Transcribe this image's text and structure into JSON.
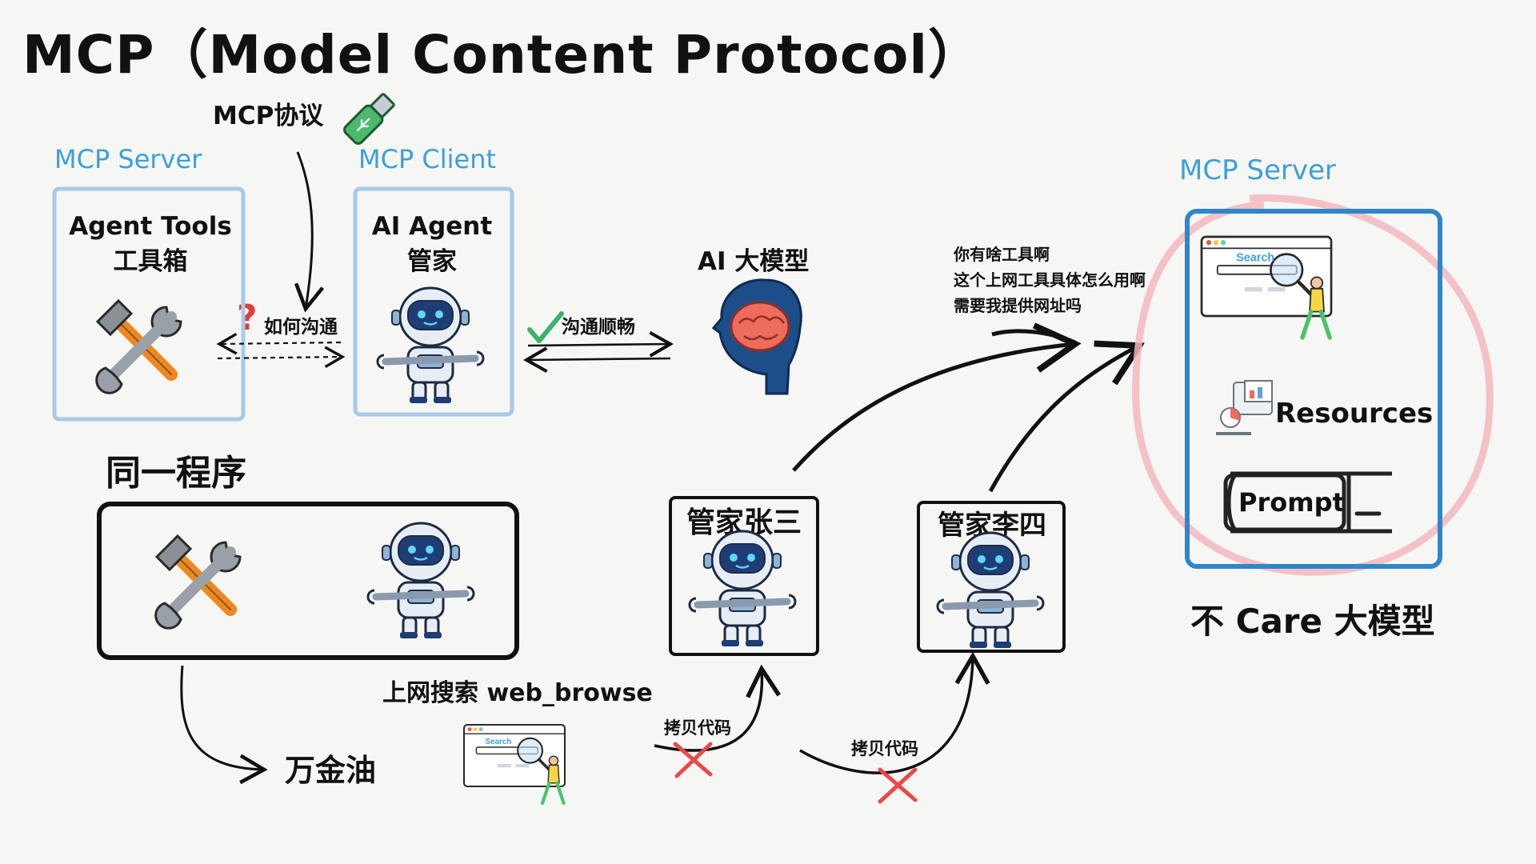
{
  "title": "MCP（Model Content Protocol）",
  "protocol_label": "MCP协议",
  "left": {
    "server_label": "MCP Server",
    "server_box": {
      "line1": "Agent Tools",
      "line2": "工具箱"
    },
    "client_label": "MCP Client",
    "client_box": {
      "line1": "AI Agent",
      "line2": "管家"
    },
    "question_mark": "?",
    "how_communicate": "如何沟通",
    "smooth_communication": "沟通顺畅",
    "model_label": "AI 大模型"
  },
  "same_program": {
    "heading": "同一程序",
    "web_search": "上网搜索 web_browse",
    "panacea": "万金油",
    "search_text": "Search"
  },
  "butlers": {
    "zhang": "管家张三",
    "li": "管家李四",
    "copy_code_1": "拷贝代码",
    "copy_code_2": "拷贝代码"
  },
  "questions": {
    "line1": "你有啥工具啊",
    "line2": "这个上网工具具体怎么用啊",
    "line3": "需要我提供网址吗"
  },
  "right": {
    "server_label": "MCP Server",
    "search_text": "Search",
    "resources": "Resources",
    "prompt": "Prompt",
    "dont_care": "不 Care 大模型"
  },
  "colors": {
    "accent_blue": "#3ea0d8",
    "box_blue": "#a9c9e4",
    "server_blue": "#2f86c9",
    "red_circle": "#f2b7bd",
    "cross_red": "#e84a4a",
    "tool_orange": "#f0871f",
    "check_green": "#3bb36a",
    "brain_blue": "#1d4e89",
    "brain_pink": "#ef6b5b"
  },
  "icons": [
    "usb-drive-icon",
    "tools-icon",
    "robot-icon",
    "brain-icon",
    "checkmark-icon",
    "question-icon",
    "search-browser-icon",
    "resources-icon",
    "prompt-icon",
    "cross-icon"
  ]
}
